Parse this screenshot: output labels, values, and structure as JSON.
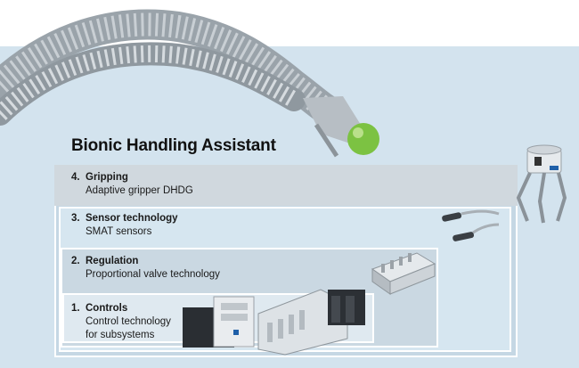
{
  "title": "Bionic Handling Assistant",
  "layers": [
    {
      "number": "4.",
      "name": "Gripping",
      "description_lines": [
        "Adaptive gripper DHDG"
      ]
    },
    {
      "number": "3.",
      "name": "Sensor technology",
      "description_lines": [
        "SMAT sensors"
      ]
    },
    {
      "number": "2.",
      "name": "Regulation",
      "description_lines": [
        "Proportional valve technology"
      ]
    },
    {
      "number": "1.",
      "name": "Controls",
      "description_lines": [
        "Control technology",
        "for subsystems"
      ]
    }
  ],
  "illustrations": {
    "top": "bionic-arm-with-green-ball",
    "gripping": "adaptive-gripper-dhdg",
    "sensor_technology": "smat-sensors",
    "regulation": "valve-terminal",
    "controls": "control-units"
  },
  "colors": {
    "background": "#d3e3ee",
    "accent_green": "#7cc242"
  }
}
